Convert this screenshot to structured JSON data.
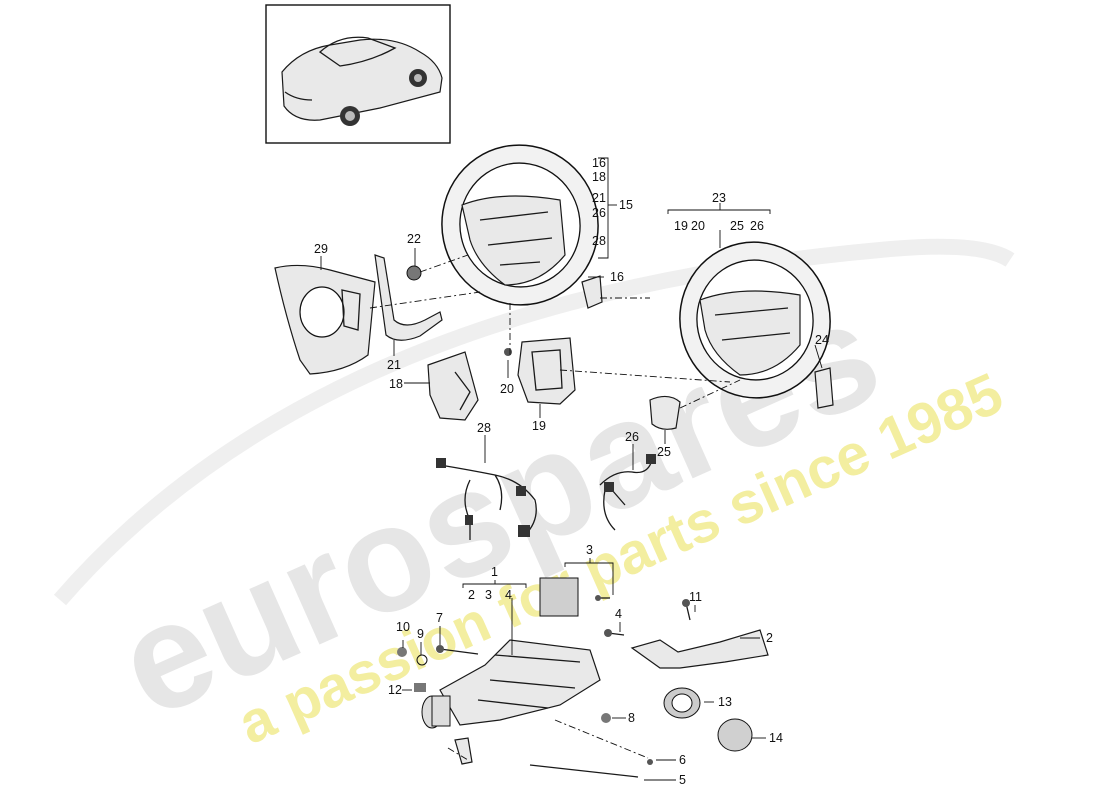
{
  "watermark": {
    "brand": "eurospares",
    "tagline": "a passion for parts since 1985",
    "brand_color": "#e6e6e6",
    "tagline_color": "#f3eea0"
  },
  "callouts": {
    "c1": "1",
    "c2": "2",
    "c3": "3",
    "c4": "4",
    "c5": "5",
    "c6": "6",
    "c7": "7",
    "c8": "8",
    "c9": "9",
    "c10": "10",
    "c11": "11",
    "c12": "12",
    "c13": "13",
    "c14": "14",
    "c15": "15",
    "c16": "16",
    "c18": "18",
    "c19": "19",
    "c20": "20",
    "c21": "21",
    "c22": "22",
    "c23": "23",
    "c24": "24",
    "c25": "25",
    "c26": "26",
    "c28": "28",
    "c29": "29"
  },
  "groups": {
    "g15": [
      "16",
      "18",
      "21",
      "26",
      "28"
    ],
    "g23": [
      "19",
      "20",
      "25",
      "26"
    ],
    "g1": [
      "2",
      "3",
      "4"
    ]
  },
  "icons": [
    "car-thumbnail-icon",
    "steering-wheel-icon",
    "steering-column-icon",
    "airbag-icon",
    "wiring-harness-icon"
  ]
}
